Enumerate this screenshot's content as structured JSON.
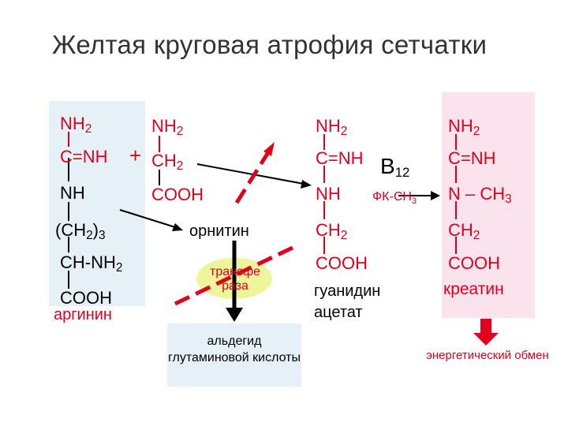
{
  "title": "Желтая круговая атрофия сетчатки",
  "arginine": {
    "nh2": "NH",
    "cnh": "C=NH",
    "nh": "NH",
    "ch2n": "(CH",
    "ch2n_tail": ")",
    "chnh2": "CH-NH",
    "cooh": "COOH",
    "name": "аргинин",
    "sub2": "2",
    "sub3": "3"
  },
  "plus": "+",
  "glycine": {
    "nh2": "NH",
    "ch2": "CH",
    "cooh": "COOH",
    "sub2": "2"
  },
  "ornithine": "орнитин",
  "transferase_line1": "трансфе",
  "transferase_line2": "раза",
  "aldehyde": "альдегид глутаминовой кислоты",
  "gaa": {
    "nh2": "NH",
    "cnh": "C=NH",
    "nh": "NH",
    "ch2": "CH",
    "cooh": "COOH",
    "name1": "гуанидин",
    "name2": "ацетат",
    "sub2": "2"
  },
  "b12": "B",
  "b12_sub": "12",
  "fk": "ФК-CH",
  "fk_sub": "3",
  "creatine": {
    "nh2": "NH",
    "cnh": "C=NH",
    "nch3": "N – CH",
    "ch2": "CH",
    "cooh": "COOH",
    "name": "креатин",
    "sub2": "2",
    "sub3": "3"
  },
  "energy": "энергетический обмен",
  "colors": {
    "red": "#e0001b",
    "green_circle": "#eef59a",
    "blue_box": "#e6f0f7",
    "pink_box": "#fbe3ee"
  }
}
